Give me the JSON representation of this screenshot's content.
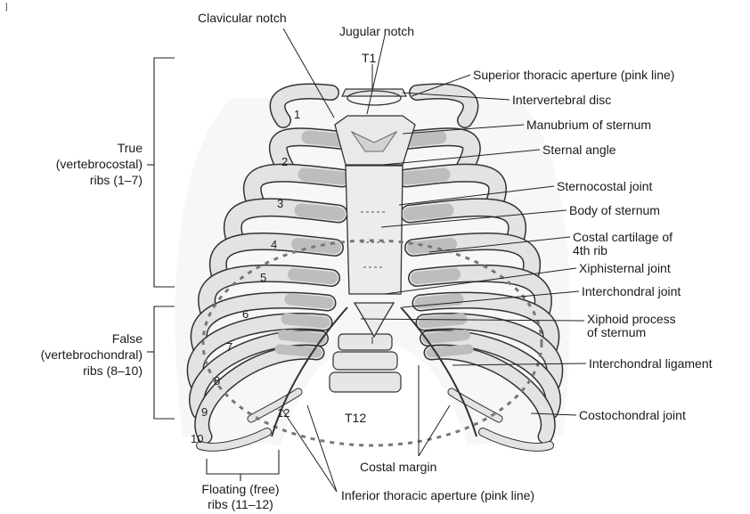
{
  "corner_mark": "]",
  "labels": {
    "clavicular_notch": "Clavicular notch",
    "jugular_notch": "Jugular notch",
    "t1": "T1",
    "superior_aperture": "Superior thoracic aperture (pink line)",
    "intervertebral_disc": "Intervertebral disc",
    "manubrium": "Manubrium of sternum",
    "sternal_angle": "Sternal angle",
    "sternocostal_joint": "Sternocostal joint",
    "body_of_sternum": "Body of sternum",
    "costal_cartilage_l1": "Costal cartilage of",
    "costal_cartilage_l2": "4th rib",
    "xiphisternal_joint": "Xiphisternal joint",
    "interchondral_joint": "Interchondral joint",
    "xiphoid_l1": "Xiphoid process",
    "xiphoid_l2": "of sternum",
    "interchondral_ligament": "Interchondral ligament",
    "costochondral_joint": "Costochondral joint",
    "costal_margin": "Costal margin",
    "t12": "T12",
    "inferior_aperture": "Inferior thoracic aperture (pink line)",
    "true_l1": "True",
    "true_l2": "(vertebrocostal)",
    "true_l3": "ribs (1–7)",
    "false_l1": "False",
    "false_l2": "(vertebrochondral)",
    "false_l3": "ribs (8–10)",
    "floating_l1": "Floating (free)",
    "floating_l2": "ribs (11–12)"
  },
  "rib_numbers": [
    "1",
    "2",
    "3",
    "4",
    "5",
    "6",
    "7",
    "8",
    "9",
    "10",
    "12"
  ],
  "colors": {
    "bone": "#e3e3e3",
    "cartilage": "#bdbdbd",
    "outline": "#333333",
    "leader": "#222222"
  }
}
